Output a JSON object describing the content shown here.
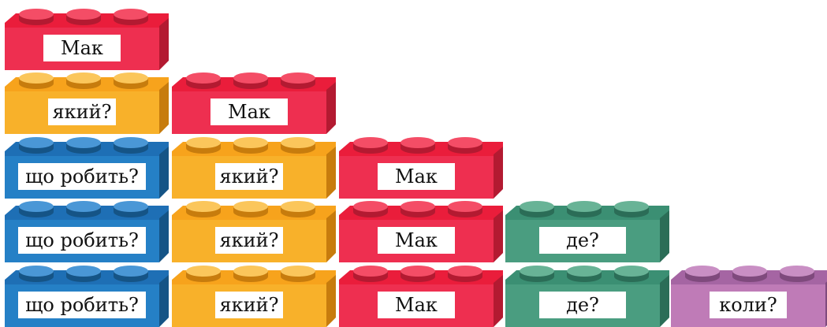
{
  "colors": {
    "red": {
      "top": "#ea1d3b",
      "front": "#ee2f50",
      "side": "#b31a31",
      "stud": "#f44d66"
    },
    "yellow": {
      "top": "#f7a31c",
      "front": "#f8b12a",
      "side": "#c77c0d",
      "stud": "#fbc65b"
    },
    "blue": {
      "top": "#1e6fb5",
      "front": "#2580c6",
      "side": "#155486",
      "stud": "#4a97d6"
    },
    "green": {
      "top": "#3b8f73",
      "front": "#4a9d80",
      "side": "#2b6d57",
      "stud": "#68b396"
    },
    "purple": {
      "top": "#a565a3",
      "front": "#bf7bb7",
      "side": "#7f4a7d",
      "stud": "#c98fc4"
    }
  },
  "rows": [
    [
      {
        "color": "red",
        "label": "Мак"
      }
    ],
    [
      {
        "color": "yellow",
        "label": "який?"
      },
      {
        "color": "red",
        "label": "Мак"
      }
    ],
    [
      {
        "color": "blue",
        "label": "що робить?"
      },
      {
        "color": "yellow",
        "label": "який?"
      },
      {
        "color": "red",
        "label": "Мак"
      }
    ],
    [
      {
        "color": "blue",
        "label": "що робить?"
      },
      {
        "color": "yellow",
        "label": "який?"
      },
      {
        "color": "red",
        "label": "Мак"
      },
      {
        "color": "green",
        "label": "де?"
      }
    ],
    [
      {
        "color": "blue",
        "label": "що робить?"
      },
      {
        "color": "yellow",
        "label": "який?"
      },
      {
        "color": "red",
        "label": "Мак"
      },
      {
        "color": "green",
        "label": "де?"
      },
      {
        "color": "purple",
        "label": "коли?"
      }
    ]
  ]
}
